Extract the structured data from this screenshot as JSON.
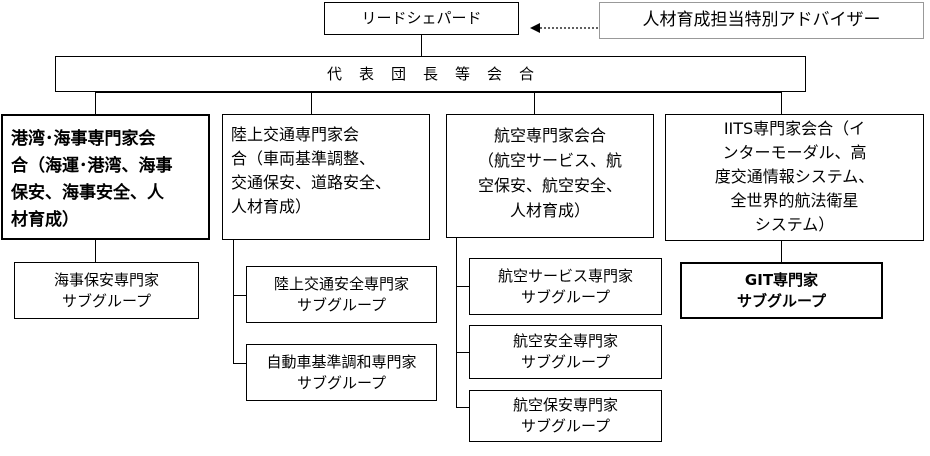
{
  "top": {
    "lead": "リードシェパード",
    "advisor": "人材育成担当特別アドバイザー"
  },
  "council": "代表団長等会合",
  "groups": [
    {
      "title": "港湾･海事専門家会\n合（海運･港湾、海事\n保安、海事安全、人\n材育成）",
      "subgroups": [
        "海事保安専門家\nサブグループ"
      ]
    },
    {
      "title": "陸上交通専門家会\n合（車両基準調整、\n交通保安、道路安全、\n人材育成）",
      "subgroups": [
        "陸上交通安全専門家\nサブグループ",
        "自動車基準調和専門家\nサブグループ"
      ]
    },
    {
      "title": "航空専門家会合\n（航空サービス、航\n空保安、航空安全、\n人材育成）",
      "subgroups": [
        "航空サービス専門家\nサブグループ",
        "航空安全専門家\nサブグループ",
        "航空保安専門家\nサブグループ"
      ]
    },
    {
      "title": "IITS専門家会合（イ\nンターモーダル、高\n度交通情報システム、\n全世界的航法衛星\nシステム）",
      "subgroups": [
        "GIT専門家\nサブグループ"
      ]
    }
  ]
}
